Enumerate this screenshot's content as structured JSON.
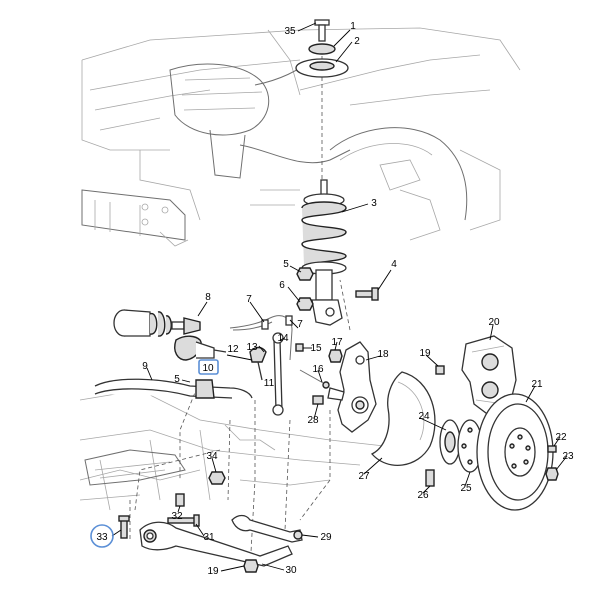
{
  "diagram": {
    "callouts": [
      "1",
      "2",
      "3",
      "4",
      "5",
      "6",
      "7",
      "8",
      "9",
      "10",
      "11",
      "12",
      "13",
      "14",
      "15",
      "16",
      "17",
      "18",
      "19",
      "20",
      "21",
      "22",
      "23",
      "24",
      "25",
      "26",
      "27",
      "28",
      "29",
      "30",
      "31",
      "32",
      "33",
      "34",
      "35"
    ],
    "highlight": {
      "boxed": "10",
      "circled": "33",
      "box_color": "#5b8fd6"
    }
  }
}
